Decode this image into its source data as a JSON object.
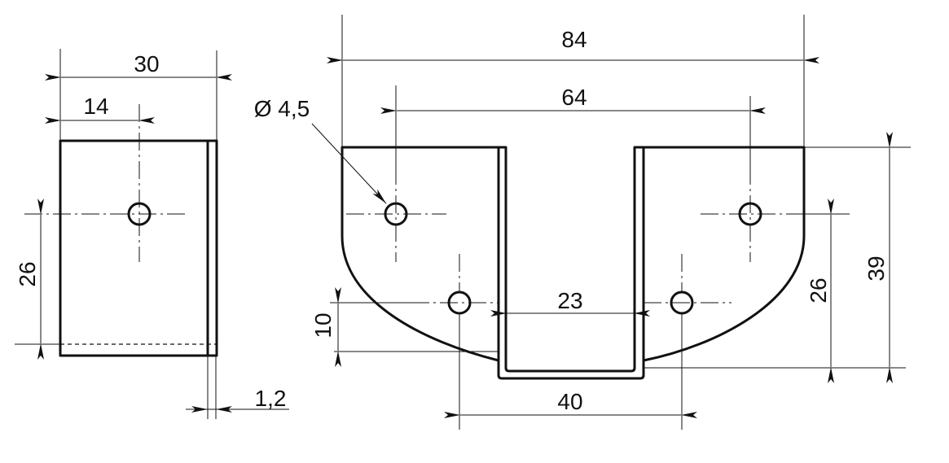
{
  "drawing": {
    "side_view": {
      "dim_width": "30",
      "dim_hole_offset_x": "14",
      "dim_hole_height": "26",
      "dim_thickness": "1,2"
    },
    "front_view": {
      "dim_overall_width": "84",
      "dim_hole_spacing_top": "64",
      "dim_hole_diameter": "Ø 4,5",
      "dim_channel_inner_width": "23",
      "dim_hole_spacing_bottom": "40",
      "dim_lower_hole_height": "10",
      "dim_upper_hole_height": "26",
      "dim_overall_height": "39"
    }
  }
}
